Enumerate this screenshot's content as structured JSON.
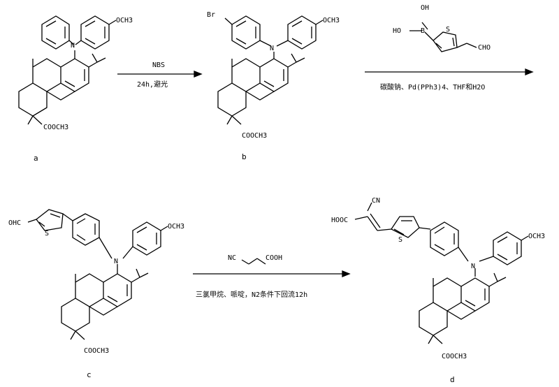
{
  "compounds": {
    "a": "a",
    "b": "b",
    "c": "c",
    "d": "d"
  },
  "groups": {
    "ome": "OCH3",
    "ester": "COOCH3",
    "br": "Br",
    "oh": "OH",
    "ho": "HO",
    "boron": "B",
    "sulfur": "S",
    "cho": "CHO",
    "ohc": "OHC",
    "nitrogen": "N",
    "cn": "CN",
    "nc": "NC",
    "cooh": "COOH",
    "hooc": "HOOC"
  },
  "reactions": {
    "step1": {
      "above": "NBS",
      "below": "24h,避光"
    },
    "step2": {
      "below": "碳酸钠、Pd(PPh3)4、THF和H2O"
    },
    "step3": {
      "below": "三氯甲烷、哌啶，N2条件下回流12h"
    }
  }
}
